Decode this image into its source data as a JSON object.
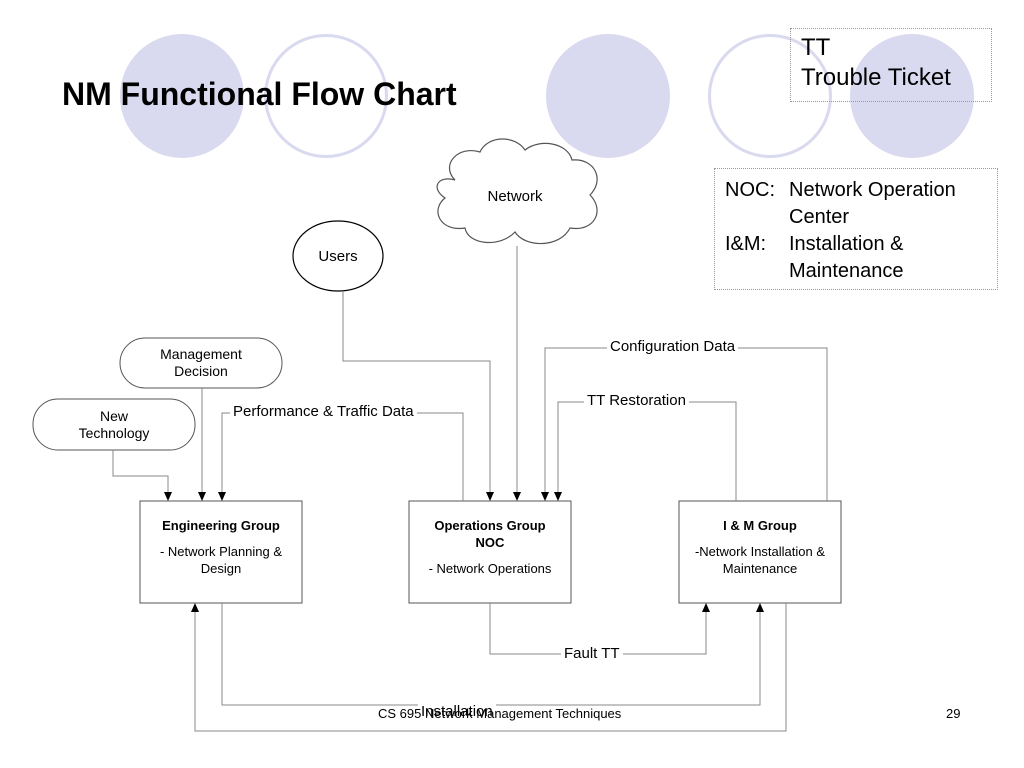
{
  "title": "NM Functional Flow Chart",
  "legend_tt": {
    "line1": "TT",
    "line2": "Trouble Ticket"
  },
  "legend_abbr": [
    {
      "key": "NOC:",
      "value": "Network Operation Center"
    },
    {
      "key": "I&M:",
      "value": "Installation & Maintenance"
    }
  ],
  "nodes": {
    "network": "Network",
    "users": "Users",
    "management": {
      "line1": "Management",
      "line2": "Decision"
    },
    "new_technology": {
      "line1": "New",
      "line2": "Technology"
    }
  },
  "groups": {
    "engineering": {
      "title": "Engineering Group",
      "desc": "- Network Planning & Design"
    },
    "operations": {
      "title": "Operations Group",
      "subtitle": "NOC",
      "desc": "- Network Operations"
    },
    "im": {
      "title": "I & M Group",
      "desc": "-Network Installation & Maintenance"
    }
  },
  "flows": {
    "configuration": "Configuration Data",
    "tt_restoration": "TT Restoration",
    "performance": "Performance & Traffic Data",
    "fault_tt": "Fault TT",
    "installation": "Installation"
  },
  "footer": {
    "course": "CS 695 Network Management Techniques",
    "page": "29"
  },
  "colors": {
    "circle_fill": "#d9d9ef",
    "line": "#888888"
  }
}
